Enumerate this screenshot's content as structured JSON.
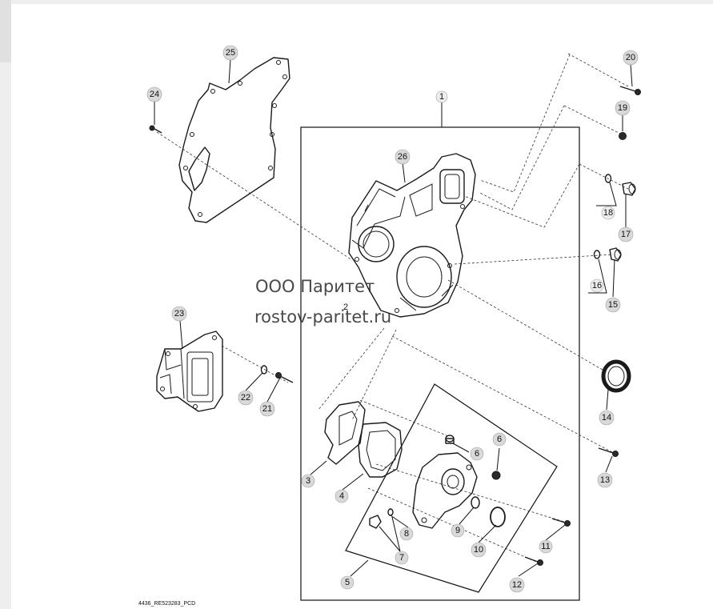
{
  "diagram": {
    "drawing_code": "4436_RE523283_PCD",
    "watermark": {
      "line1": "ООО Паритет",
      "line2": "rostov-paritet.ru"
    },
    "callouts": [
      "1",
      "2",
      "3",
      "4",
      "5",
      "6",
      "6",
      "7",
      "8",
      "9",
      "10",
      "11",
      "12",
      "13",
      "14",
      "15",
      "16",
      "17",
      "18",
      "19",
      "20",
      "21",
      "22",
      "23",
      "24",
      "25",
      "26"
    ],
    "colors": {
      "bubble_fill": "#d9d9d9",
      "line": "#1a1a1a",
      "background": "#ffffff"
    }
  }
}
